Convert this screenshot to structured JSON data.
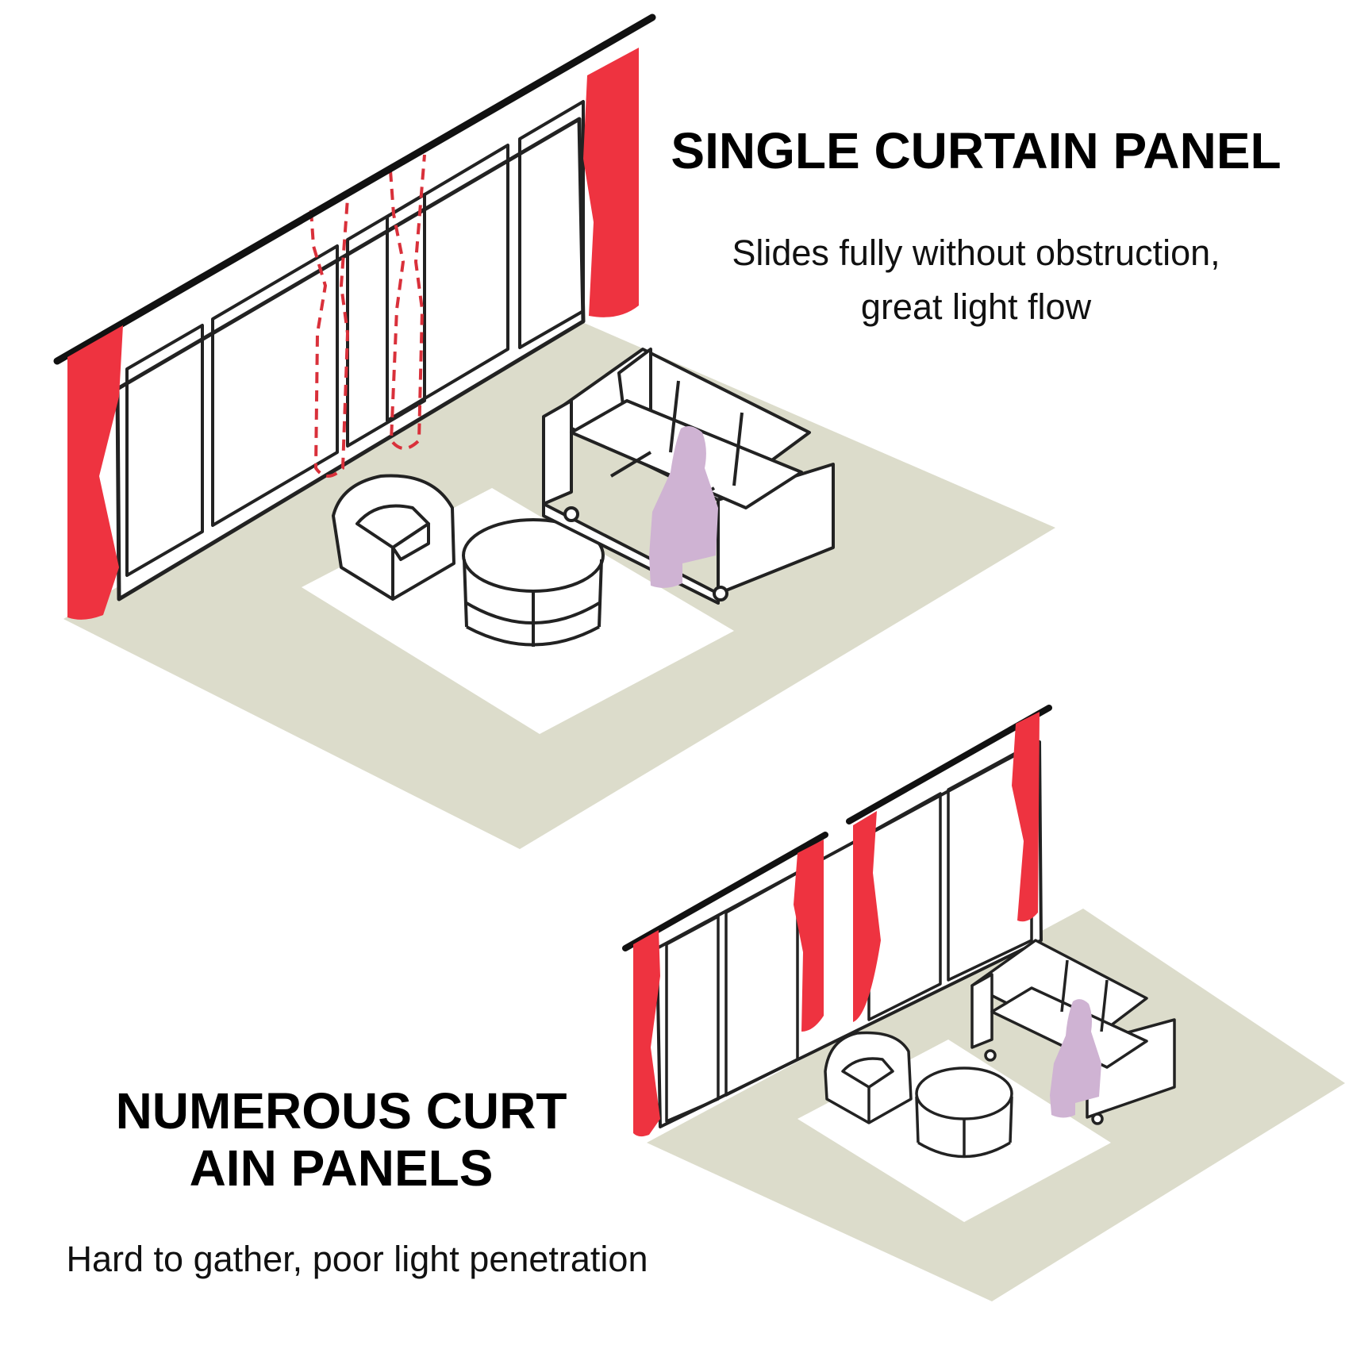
{
  "top_panel": {
    "title": "SINGLE CURTAIN PANEL",
    "line1": "Slides fully without obstruction,",
    "line2": "great light flow"
  },
  "bottom_panel": {
    "title_line1": "NUMEROUS CURT",
    "title_line2": "AIN PANELS",
    "desc": "Hard to gather, poor light penetration"
  },
  "colors": {
    "curtain": "#ee3340",
    "floor": "#dcdccb",
    "rug": "#ffffff",
    "person": "#cfb3d3",
    "outline": "#222222"
  }
}
